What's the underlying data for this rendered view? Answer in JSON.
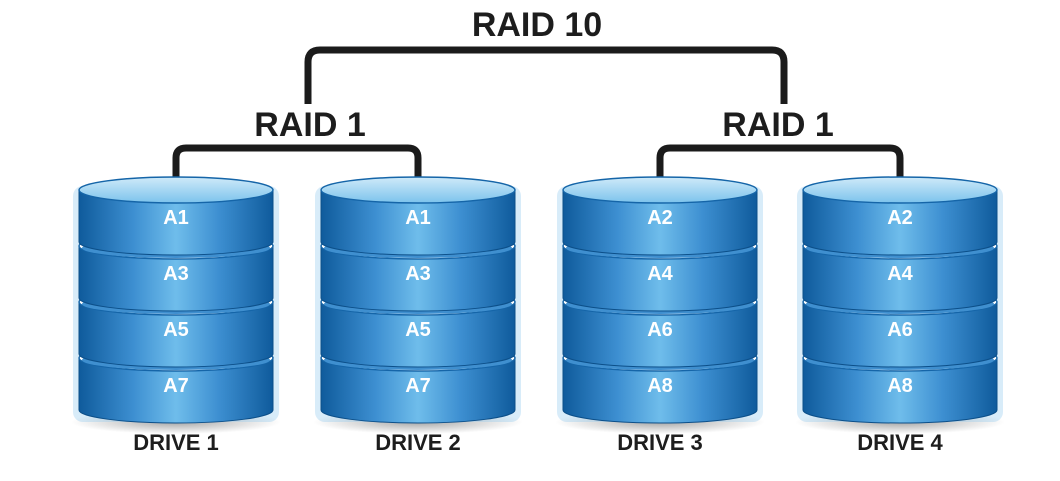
{
  "raid10": {
    "label": "RAID 10"
  },
  "mirrors": [
    {
      "label": "RAID 1"
    },
    {
      "label": "RAID 1"
    }
  ],
  "drives": [
    {
      "label": "DRIVE 1",
      "blocks": [
        "A1",
        "A3",
        "A5",
        "A7"
      ]
    },
    {
      "label": "DRIVE 2",
      "blocks": [
        "A1",
        "A3",
        "A5",
        "A7"
      ]
    },
    {
      "label": "DRIVE 3",
      "blocks": [
        "A2",
        "A4",
        "A6",
        "A8"
      ]
    },
    {
      "label": "DRIVE 4",
      "blocks": [
        "A2",
        "A4",
        "A6",
        "A8"
      ]
    }
  ],
  "colors": {
    "platter_dark": "#0f5b9c",
    "platter_light": "#5fb0e6",
    "platter_top": "#9fd3f3",
    "bracket": "#1b1b1b",
    "text": "#1d1d1d"
  }
}
